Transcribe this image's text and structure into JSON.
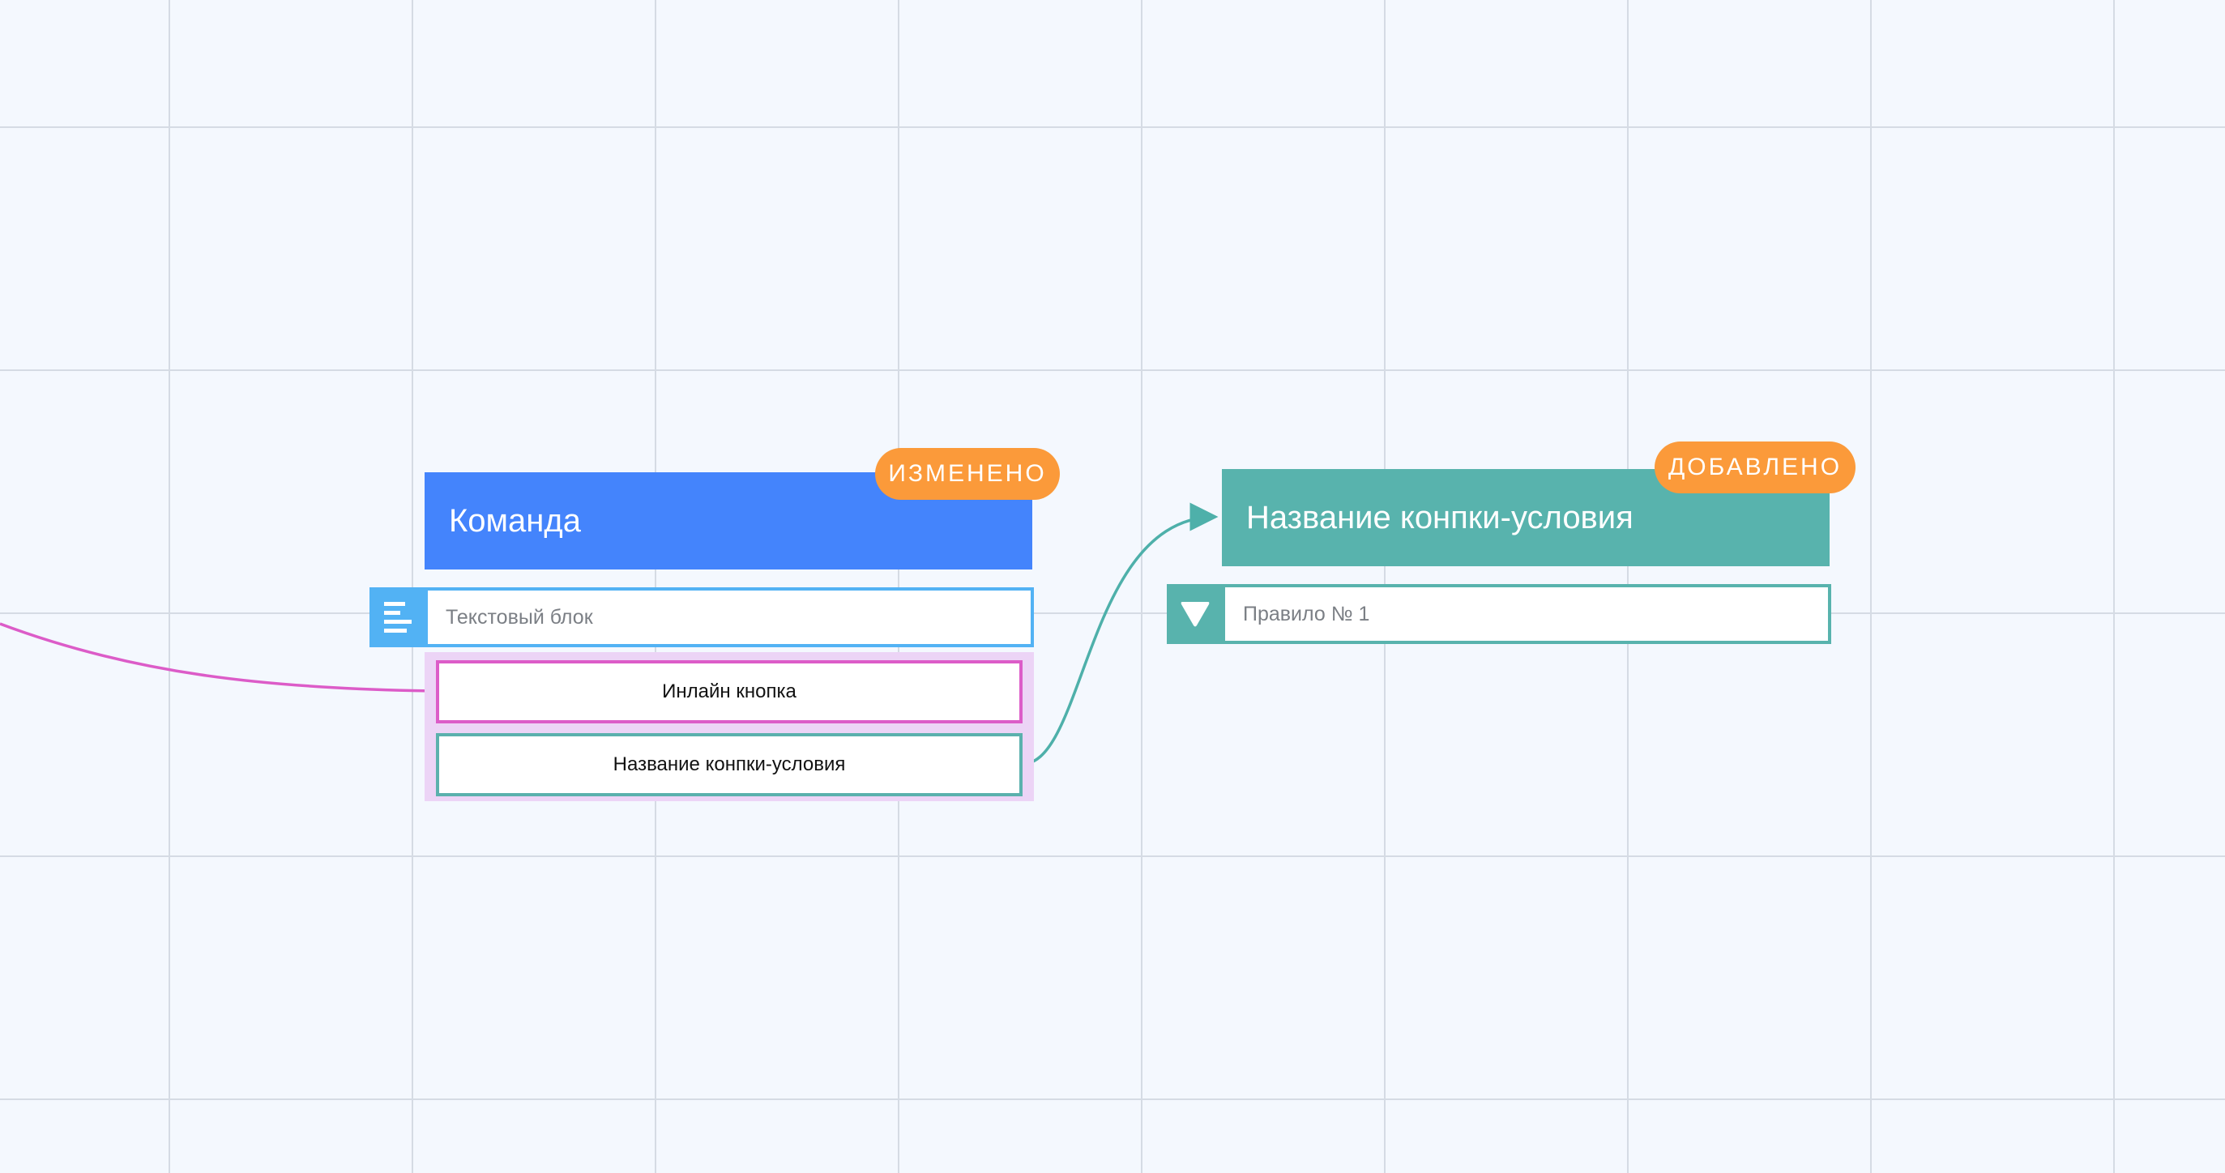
{
  "canvas": {
    "background": "#f4f8fe",
    "grid_color": "#d5dbe4"
  },
  "nodes": {
    "command": {
      "title": "Команда",
      "status": "ИЗМЕНЕНО",
      "header_color": "#4484fc",
      "badge_color": "#fb9a3a",
      "text_block": {
        "icon": "text-align-left-icon",
        "placeholder": "Текстовый блок",
        "color": "#52b2f4"
      },
      "buttons": [
        {
          "label": "Инлайн кнопка",
          "border_color": "#dc5cc8"
        },
        {
          "label": "Название конпки-условия",
          "border_color": "#5bb1ad"
        }
      ],
      "buttons_panel_color": "#ecd4f6"
    },
    "condition": {
      "title": "Название конпки-условия",
      "status": "ДОБАВЛЕНО",
      "header_color": "#58b3ad",
      "badge_color": "#fb9a3a",
      "rule": {
        "icon": "filter-funnel-icon",
        "label": "Правило № 1"
      }
    }
  },
  "connectors": [
    {
      "from": "offscreen-left",
      "to": "inline-button",
      "color": "#dc5cc8"
    },
    {
      "from": "condition-button",
      "to": "condition-node-header",
      "color": "#4eb0aa"
    }
  ]
}
